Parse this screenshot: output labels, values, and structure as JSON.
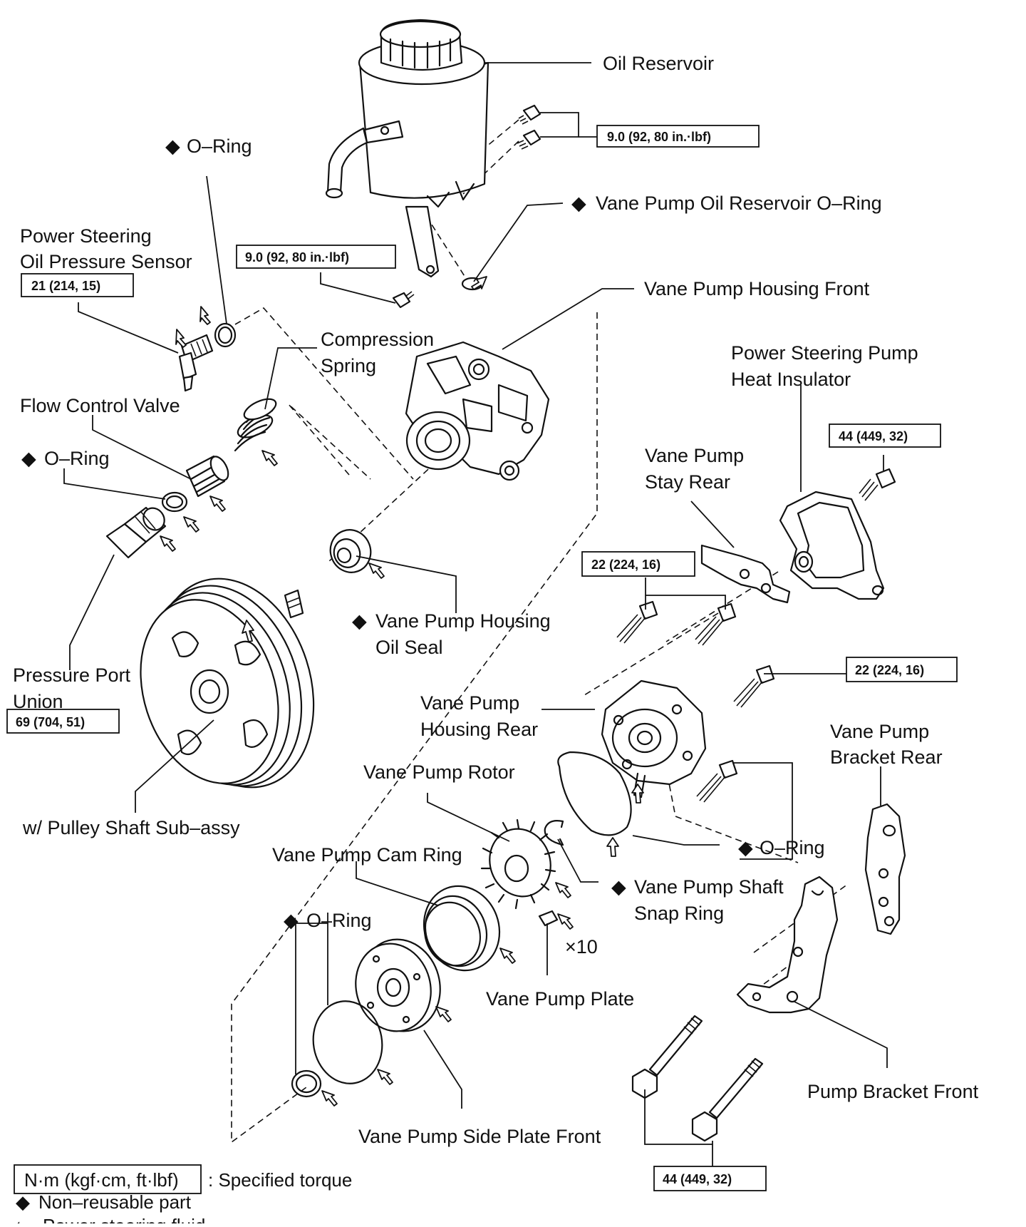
{
  "labels": {
    "oil_reservoir": "Oil Reservoir",
    "o_ring_sensor": "O–Ring",
    "reservoir_o_ring": "Vane Pump Oil Reservoir O–Ring",
    "ps_sensor_line1": "Power Steering",
    "ps_sensor_line2": "Oil Pressure Sensor",
    "housing_front": "Vane Pump Housing Front",
    "compression_line1": "Compression",
    "compression_line2": "Spring",
    "heat_ins_line1": "Power Steering Pump",
    "heat_ins_line2": "Heat Insulator",
    "flow_control": "Flow Control Valve",
    "o_ring_union": "O–Ring",
    "stay_line1": "Vane Pump",
    "stay_line2": "Stay Rear",
    "oil_seal_line1": "Vane Pump Housing",
    "oil_seal_line2": "Oil Seal",
    "port_union_line1": "Pressure Port",
    "port_union_line2": "Union",
    "housing_rear_line1": "Vane Pump",
    "housing_rear_line2": "Housing Rear",
    "bracket_rear_line1": "Vane Pump",
    "bracket_rear_line2": "Bracket Rear",
    "rotor": "Vane Pump Rotor",
    "pulley_shaft": "w/ Pulley Shaft Sub–assy",
    "o_ring_housing": "O–Ring",
    "cam_ring": "Vane Pump Cam Ring",
    "snap_line1": "Vane Pump Shaft",
    "snap_line2": "Snap Ring",
    "o_ring_side": "O–Ring",
    "qty_x10": "×10",
    "plate": "Vane Pump Plate",
    "bracket_front": "Pump Bracket Front",
    "side_plate": "Vane Pump Side Plate Front"
  },
  "torques": {
    "reservoir_bolts": "9.0 (92, 80 in.·lbf)",
    "reservoir_bracket": "9.0 (92, 80 in.·lbf)",
    "sensor": "21 (214, 15)",
    "heat_insulator": "44 (449, 32)",
    "stay_rear": "22 (224, 16)",
    "housing_rear": "22 (224, 16)",
    "port_union": "69 (704, 51)",
    "bracket_bolts": "44 (449, 32)"
  },
  "legend": {
    "torque_unit": "N·m (kgf·cm, ft·lbf)",
    "torque_desc": ": Specified torque",
    "non_reusable": "Non–reusable part",
    "fluid": "Power steering fluid"
  },
  "symbols": {
    "non_reusable_mark": "◆",
    "fluid_mark": "⇦"
  }
}
